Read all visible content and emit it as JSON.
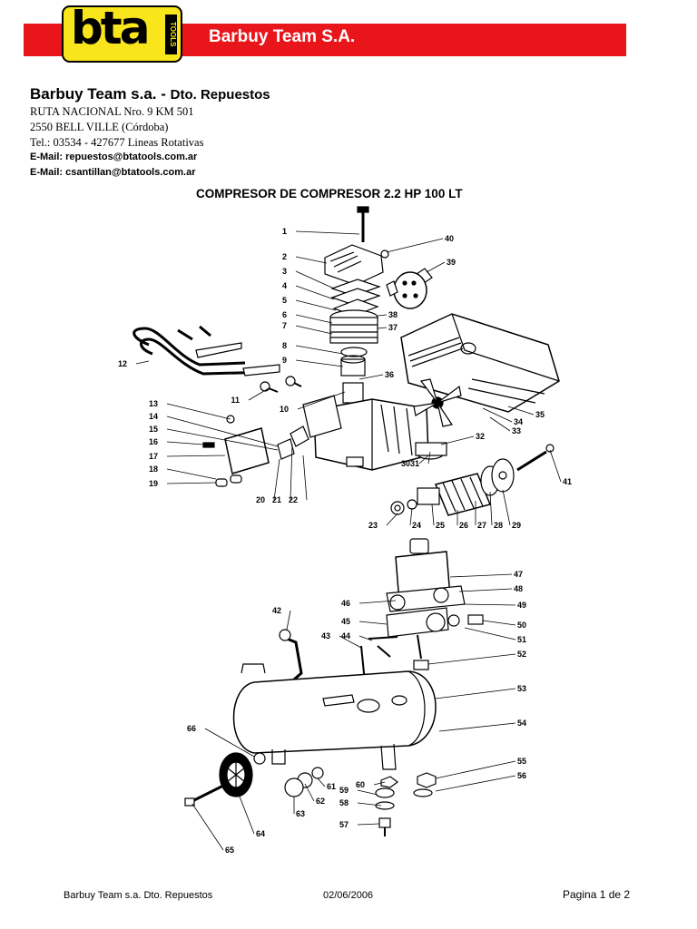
{
  "header": {
    "logo_text": "bta",
    "logo_side_text": "TOOLS",
    "banner_title": "Barbuy Team S.A."
  },
  "company": {
    "name": "Barbuy Team s.a.  -",
    "department": "Dto. Repuestos",
    "address_line1": "RUTA NACIONAL Nro. 9 KM 501",
    "address_line2": "2550  BELL VILLE (Córdoba)",
    "phone": "Tel.: 03534 - 427677 Lineas Rotativas",
    "email1": "E-Mail: repuestos@btatools.com.ar",
    "email2": "E-Mail: csantillan@btatools.com.ar"
  },
  "document_title": "COMPRESOR DE COMPRESOR 2.2 HP 100 LT",
  "diagram": {
    "part_numbers": [
      "1",
      "2",
      "3",
      "4",
      "5",
      "6",
      "7",
      "8",
      "9",
      "10",
      "11",
      "12",
      "13",
      "14",
      "15",
      "16",
      "17",
      "18",
      "19",
      "20",
      "21",
      "22",
      "23",
      "24",
      "25",
      "26",
      "27",
      "28",
      "29",
      "30",
      "31",
      "32",
      "33",
      "34",
      "35",
      "36",
      "37",
      "38",
      "39",
      "40",
      "41",
      "42",
      "43",
      "44",
      "45",
      "46",
      "47",
      "48",
      "49",
      "50",
      "51",
      "52",
      "53",
      "54",
      "55",
      "56",
      "57",
      "58",
      "59",
      "60",
      "61",
      "62",
      "63",
      "64",
      "65",
      "66"
    ]
  },
  "footer": {
    "left": "Barbuy Team s.a. Dto. Repuestos",
    "date": "02/06/2006",
    "page": "Pagina 1 de 2"
  }
}
